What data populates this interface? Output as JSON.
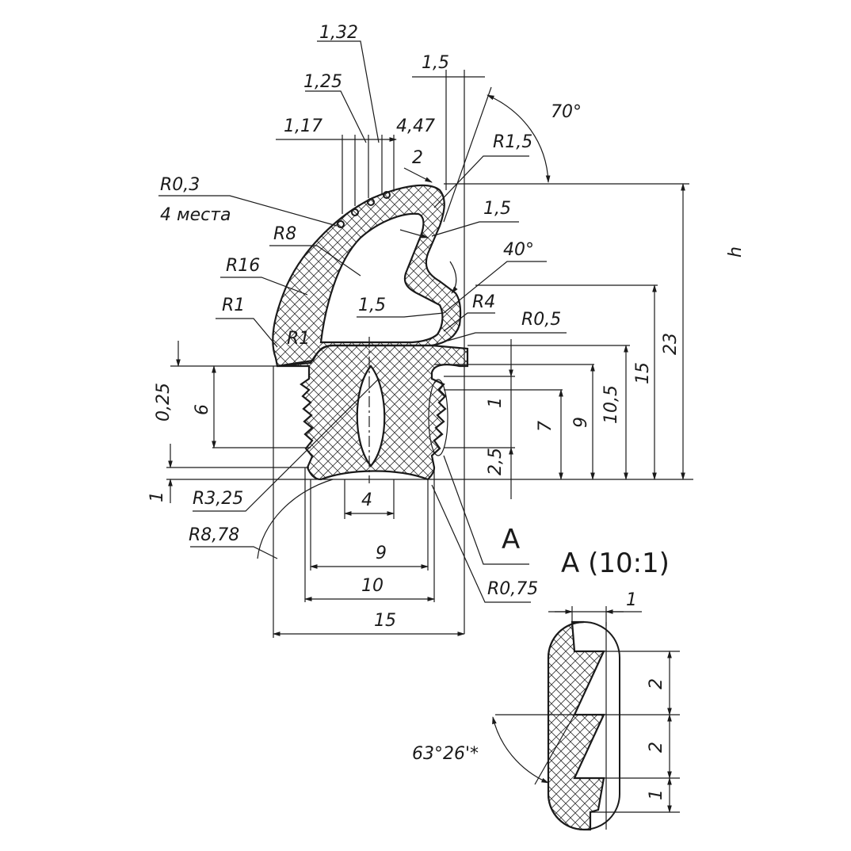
{
  "labels": {
    "d_1_32": "1,32",
    "d_1_25": "1,25",
    "d_1_17": "1,17",
    "d_4_47": "4,47",
    "d_1_5_top": "1,5",
    "d_70deg": "70°",
    "d_r1_5": "R1,5",
    "d_2": "2",
    "d_r0_3": "R0,3",
    "d_4_mesta": "4 места",
    "d_r8": "R8",
    "d_1_5_mid": "1,5",
    "d_40deg": "40°",
    "d_r16": "R16",
    "d_1_5_inner": "1,5",
    "d_r4": "R4",
    "d_r1_outer": "R1",
    "d_r1_inner": "R1",
    "d_r0_5": "R0,5",
    "d_h": "h",
    "d_23": "23",
    "d_15_v": "15",
    "d_10_5": "10,5",
    "d_9_v": "9",
    "d_7": "7",
    "d_1_right": "1",
    "d_2_5": "2,5",
    "d_0_25": "0,25",
    "d_6": "6",
    "d_1_left": "1",
    "d_r3_25": "R3,25",
    "d_4": "4",
    "d_r8_78": "R8,78",
    "d_9_h": "9",
    "d_10": "10",
    "d_15_h": "15",
    "d_r0_75": "R0,75",
    "view_a": "A",
    "detail_title": "A (10:1)",
    "det_1_top": "1",
    "det_2_a": "2",
    "det_2_b": "2",
    "det_1_b": "1",
    "det_angle": "63°26'*"
  }
}
